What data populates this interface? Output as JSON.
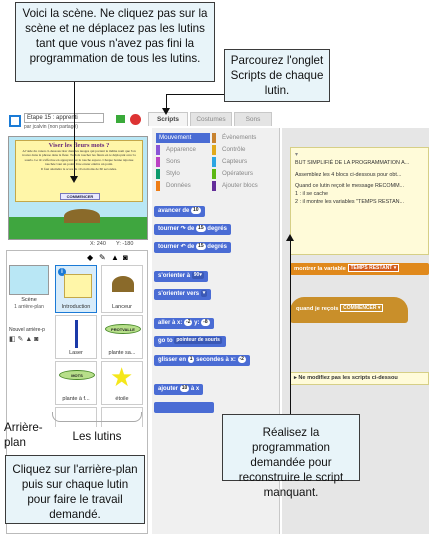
{
  "callouts": {
    "top_left": "Voici la scène. Ne cliquez pas sur la scène et ne déplacez pas les lutins tant que vous n'avez pas fini la programmation de tous les lutins.",
    "top_right": "Parcourez l'onglet Scripts de chaque lutin.",
    "bottom_right": "Réalisez la programmation demandée pour reconstruire le script manquant.",
    "bottom_left": "Cliquez sur l'arrière-plan puis sur chaque lutin pour faire le travail demandé.",
    "arriere_plan": "Arrière-plan",
    "les_lutins": "Les lutins"
  },
  "stage": {
    "project_title": "Etape 15 : apprenti",
    "author": "par jcalvin (non partagé)",
    "card_title": "Viser les fleurs mots ?",
    "card_text": "A l'aide du canon ci-dessous tirer dans les nuages qui portent le même nom que l'on trouve dans la phrase dans la fleur. Tu dois toucher les fleurs en te déplaçant avec la souris. Le tir s'effectue en appuyant sur la touche espace. Chaque bonne réponse touchée vaut un point. Une erreur enlève un point.",
    "card_text2": "Il faut atteindre le score de 10 en moins de 60 secondes.",
    "card_button": "COMMENCER",
    "coords_x": "X: 240",
    "coords_y": "Y: -180"
  },
  "sprite_pane": {
    "stage_label": "Scène",
    "stage_sub": "1 arrière-plan",
    "new_backdrop": "Nouvel arrière-p",
    "sprites": [
      "Introduction",
      "Lanceur",
      "Laser",
      "plante sa...",
      "plante à f...",
      "étoile"
    ],
    "labels_inside": [
      "PROTVALLE",
      "MOTS"
    ]
  },
  "tabs": [
    "Scripts",
    "Costumes",
    "Sons"
  ],
  "categories": [
    {
      "label": "Mouvement",
      "color": "#4a6cd4",
      "active": true
    },
    {
      "label": "Évènements",
      "color": "#c88330",
      "active": false
    },
    {
      "label": "Apparence",
      "color": "#8a55d7",
      "active": false
    },
    {
      "label": "Contrôle",
      "color": "#e1a91a",
      "active": false
    },
    {
      "label": "Sons",
      "color": "#bb42c3",
      "active": false
    },
    {
      "label": "Capteurs",
      "color": "#2ca5e2",
      "active": false
    },
    {
      "label": "Stylo",
      "color": "#0e9a6c",
      "active": false
    },
    {
      "label": "Opérateurs",
      "color": "#5cb712",
      "active": false
    },
    {
      "label": "Données",
      "color": "#ee7d16",
      "active": false
    },
    {
      "label": "Ajouter blocs",
      "color": "#632d99",
      "active": false
    }
  ],
  "blocks": {
    "b1": "avancer de",
    "b1v": "10",
    "b2": "tourner ↷ de",
    "b2v": "15",
    "b2u": "degrés",
    "b3": "tourner ↶ de",
    "b3v": "15",
    "b3u": "degrés",
    "b4": "s'orienter à",
    "b4v": "90▾",
    "b5": "s'orienter vers",
    "b6": "aller à x:",
    "b6x": "-2",
    "b6y": "-8",
    "b7": "go to",
    "b7v": "pointeur de souris",
    "b8": "glisser en",
    "b8v": "1",
    "b8u": "secondes à x:",
    "b8x": "-2",
    "b9": "ajouter",
    "b9v": "10",
    "b9u": "à x"
  },
  "script": {
    "note_title": "BUT SIMPLIFIÉ DE LA PROGRAMMATION A...",
    "note_line1": "Assemblez les 4 blocs ci-dessous pour obt...",
    "note_line2": "Quand ce lutin reçoit le message RECOMM...",
    "note_line3": "1 : il se cache",
    "note_line4": "2 : il montre les variables \"TEMPS RESTAN...",
    "block1": "montrer la variable",
    "block1_tag": "TEMPS RESTANT ▾",
    "block2": "quand je reçois",
    "block2_tag": "COMMENCER ▾",
    "note2": "▸ Ne modifiez pas les scripts ci-dessou"
  }
}
